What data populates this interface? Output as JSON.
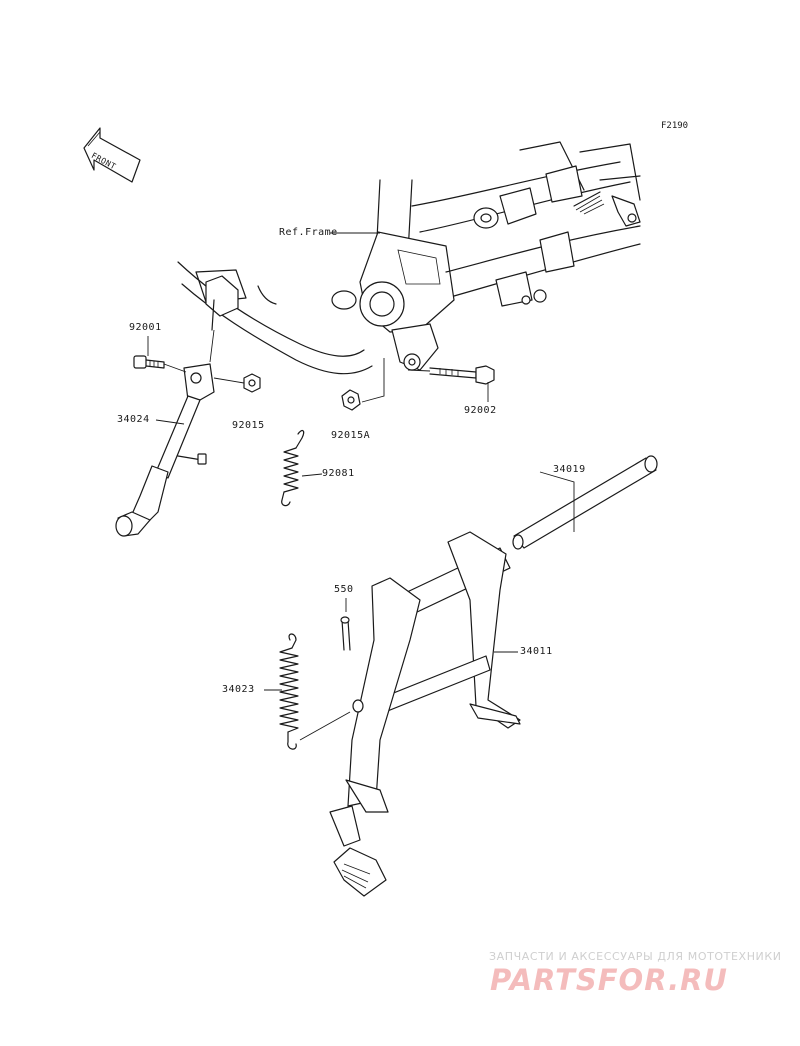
{
  "diagram_code": "F2190",
  "front_label": "FRONT",
  "ref_label": "Ref.Frame",
  "parts": {
    "p92001": "92001",
    "p34024": "34024",
    "p92015": "92015",
    "p92015A": "92015A",
    "p92081": "92081",
    "p92002": "92002",
    "p34019": "34019",
    "p550": "550",
    "p34011": "34011",
    "p34023": "34023"
  },
  "watermark": {
    "subtitle": "ЗАПЧАСТИ И АКСЕССУАРЫ ДЛЯ МОТОТЕХНИКИ",
    "logo": "PARTSFOR.RU"
  }
}
